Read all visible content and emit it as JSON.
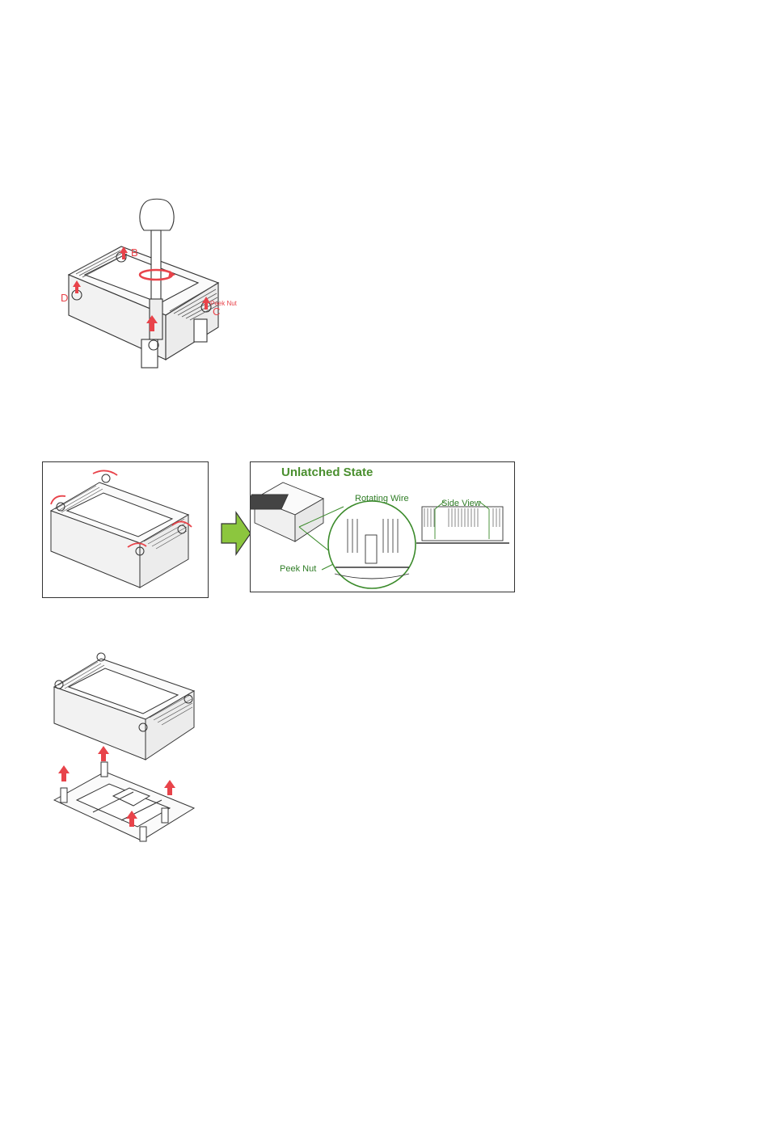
{
  "figure1": {
    "labels": {
      "b": "B",
      "d": "D",
      "c": "C",
      "peek_nut": "Peek Nut"
    }
  },
  "figure2": {
    "title": "Unlatched State",
    "rotating_wire": "Rotating Wire",
    "side_view": "Side View",
    "peek_nut": "Peek Nut"
  },
  "colors": {
    "arrow_red": "#e8434a",
    "label_green": "#3a8a2a",
    "arrow_lime": "#8cc63e"
  },
  "icons": [
    "screwdriver-icon",
    "up-arrow-icon",
    "rotate-arrow-icon",
    "right-arrow-icon"
  ]
}
